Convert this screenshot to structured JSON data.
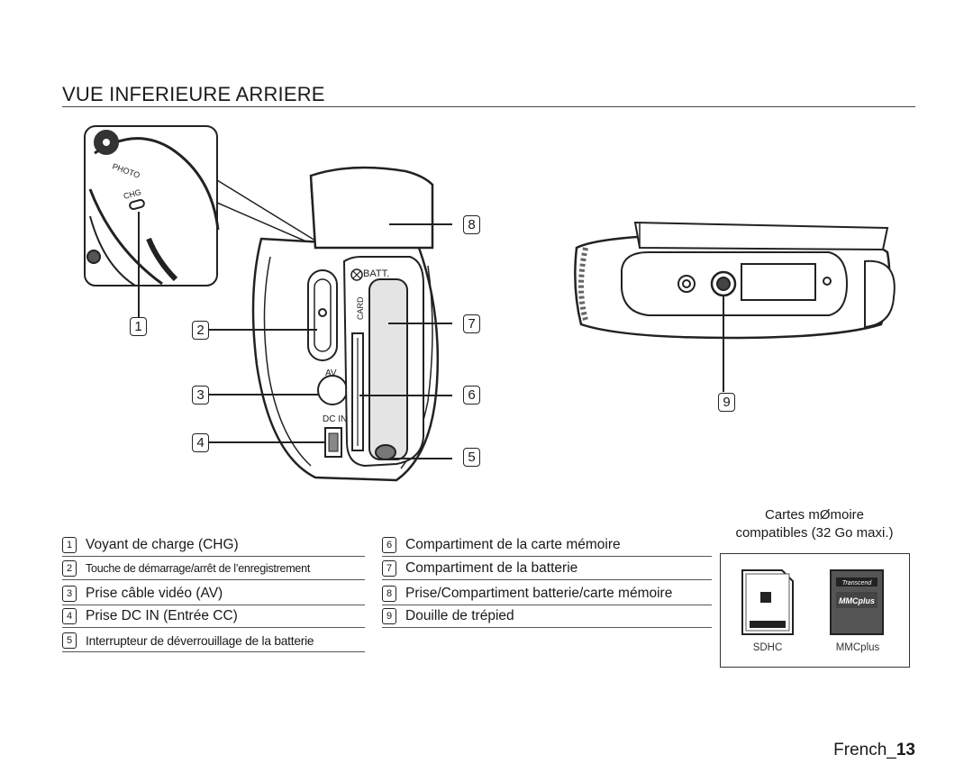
{
  "page_title": "VUE INFERIEURE ARRIERE",
  "device_labels": {
    "photo": "PHOTO",
    "chg": "CHG",
    "batt": "BATT.",
    "card": "CARD",
    "av": "AV",
    "dc_in": "DC IN"
  },
  "callouts": [
    "1",
    "2",
    "3",
    "4",
    "5",
    "6",
    "7",
    "8",
    "9"
  ],
  "legend_left": [
    {
      "num": "1",
      "text": "Voyant de charge (CHG)"
    },
    {
      "num": "2",
      "text": "Touche de démarrage/arrêt de l’enregistrement"
    },
    {
      "num": "3",
      "text": "Prise câble vidéo (AV)"
    },
    {
      "num": "4",
      "text": "Prise DC IN (Entrée CC)"
    },
    {
      "num": "5",
      "text": "Interrupteur de déverrouillage de la batterie"
    }
  ],
  "legend_right": [
    {
      "num": "6",
      "text": "Compartiment de la carte mémoire"
    },
    {
      "num": "7",
      "text": "Compartiment de la batterie"
    },
    {
      "num": "8",
      "text": "Prise/Compartiment batterie/carte mémoire"
    },
    {
      "num": "9",
      "text": "Douille de trépied"
    }
  ],
  "cards": {
    "title_line1": "Cartes mØmoire",
    "title_line2": "compatibles (32 Go maxi.)",
    "sdhc_label": "SDHC",
    "mmc_label": "MMCplus",
    "mmc_brand": "Transcend",
    "mmc_logo": "MMCplus"
  },
  "footer": {
    "language": "French",
    "separator": "_",
    "page_number": "13"
  }
}
